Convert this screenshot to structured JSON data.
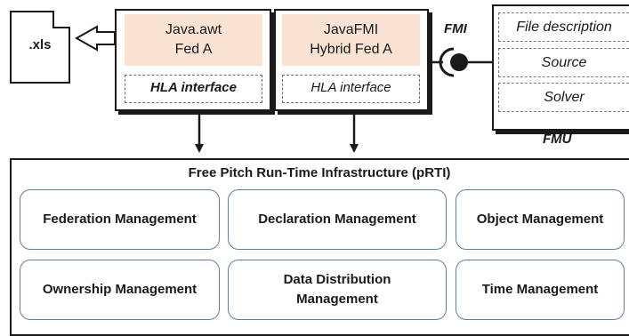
{
  "xls_file": {
    "label": ".xls"
  },
  "federate_awt": {
    "line1": "Java.awt",
    "line2": "Fed A",
    "interface": "HLA interface"
  },
  "federate_fmi": {
    "line1": "JavaFMI",
    "line2": "Hybrid Fed A",
    "interface": "HLA interface"
  },
  "fmi_connector": {
    "label": "FMI"
  },
  "fmu": {
    "label": "FMU",
    "sections": [
      "File description",
      "Source",
      "Solver"
    ]
  },
  "prti": {
    "title": "Free Pitch Run-Time Infrastructure (pRTI)",
    "modules": [
      "Federation Management",
      "Declaration Management",
      "Object Management",
      "Ownership Management",
      "Data Distribution Management",
      "Time Management"
    ]
  },
  "colors": {
    "federate_header_fill": "#fbe3d4",
    "module_border": "#5f7fa3"
  }
}
